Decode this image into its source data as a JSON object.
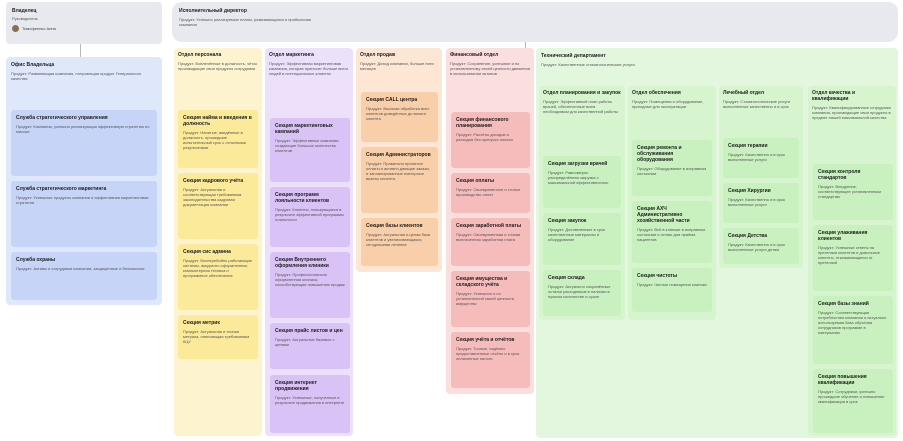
{
  "owner": {
    "title": "Владелец",
    "role": "Руководитель",
    "person": "Тимофеенко Анна"
  },
  "owner_office": {
    "title": "Офис Владельца",
    "desc": "Продукт: Развивающая компания, получающая продукт Генерального качества",
    "sections": [
      {
        "title": "Служба стратегического управления",
        "desc": "Продукт: Компания, успешно реализующая эффективную стратегию по миссии"
      },
      {
        "title": "Служба стратегического маркетинга",
        "desc": "Продукт: Успешные продукты компании и эффективная маркетинговая стратегия"
      },
      {
        "title": "Служба охраны",
        "desc": "Продукт: Активы и сотрудники компании, защищённые и безопасные"
      }
    ]
  },
  "director": {
    "title": "Исполнительный директор",
    "desc": "Продукт: Успешно реализуемые планы, развивающаяся и прибыльная компания"
  },
  "departments": [
    {
      "title": "Отдел персонала",
      "desc": "Продукт: Вовлечённые в должность, чётко производящие свои продукты сотрудники",
      "sections": [
        {
          "title": "Секция найма и введения в должность",
          "desc": "Продукт: Нанятые, введённые в должность, прошедшие испытательный срок с отличными результатами"
        },
        {
          "title": "Секция кадрового учёта",
          "desc": "Продукт: Актуальная и соответствующая требованиям законодательства кадровая документация компании"
        },
        {
          "title": "Секция сис админа",
          "desc": "Продукт: Бесперебойно работающие системы, аккуратно оформленные, компьютерная техника и программное обеспечение"
        },
        {
          "title": "Секция метрик",
          "desc": "Продукт: Актуальная и точная метрика, отвечающая требованиям КЦУ"
        }
      ]
    },
    {
      "title": "Отдел маркетинга",
      "desc": "Продукт: Эффективная маркетинговая кампания, которая приносит больше всего людей в потенциальные клиенты",
      "sections": [
        {
          "title": "Секция маркетинговых кампаний",
          "desc": "Продукт: Эффективные кампании, создающие большое количество клиентов"
        },
        {
          "title": "Секция программ лояльности клиентов",
          "desc": "Продукт: Клиенты, пользующиеся в результате эффективной программы лояльности"
        },
        {
          "title": "Секция Внутреннего оформления клиники",
          "desc": "Продукт: Профессионально оформленная клиника, способствующая повышению продаж"
        },
        {
          "title": "Секция прайс листов и цен",
          "desc": "Продукт: Актуальные базовые с ценами"
        },
        {
          "title": "Секция интернет продвижения",
          "desc": "Продукт: Успешные, полученные в результате продвижения в интернете"
        }
      ]
    },
    {
      "title": "Отдел продаж",
      "desc": "Продукт: Доход компании, больше пяти месяцев",
      "sections": [
        {
          "title": "Секция CALL центра",
          "desc": "Продукт: Высокая обработка всех клиентов доведённых до визита клиента"
        },
        {
          "title": "Секция Администраторов",
          "desc": "Продукт: Правильно принятые оплаты и активно дающие заказы, и запланированные повторные визиты клиента"
        },
        {
          "title": "Секция базы клиентов",
          "desc": "Продукт: Актуальная и целая база клиентов и увеличивающаяся сегодняшняя лечение"
        }
      ]
    },
    {
      "title": "Финансовый отдел",
      "desc": "Продукт: Сохранение, успешное и по установленному своей ценности движения в использовании активов",
      "sections": [
        {
          "title": "Секция финансового планирования",
          "desc": "Продукт: Расчёты доходов и расходов без пропуска оплаты"
        },
        {
          "title": "Секция оплаты",
          "desc": "Продукт: Своевременное и точное производство оплат"
        },
        {
          "title": "Секция заработной платы",
          "desc": "Продукт: Своевременная и точная выплаченная заработная плата"
        },
        {
          "title": "Секция имущества и складского учёта",
          "desc": "Продукт: Успешное и по установленной своей ценности имущество"
        },
        {
          "title": "Секция учёта и отчётов",
          "desc": "Продукт: Точные, надёжно предоставленные отчёты и в срок оплаченные налоги"
        }
      ]
    }
  ],
  "tech": {
    "title": "Технический департамент",
    "desc": "Продукт: Качественные стоматологические услуги",
    "columns": [
      {
        "title": "Отдел планирования и закупок",
        "desc": "Продукт: Эффективный план работы врачей, обеспеченные всем необходимым для качественной работы",
        "sections": [
          {
            "title": "Секция загрузки врачей",
            "desc": "Продукт: Равномерно распределённая загрузка с максимальной эффективностью"
          },
          {
            "title": "Секция закупок",
            "desc": "Продукт: Доставленные в срок качественные материалы и оборудование"
          },
          {
            "title": "Секция склада",
            "desc": "Продукт: Актуально сохранённые остатки расходников в наличии в нужном количестве и сроке"
          }
        ]
      },
      {
        "title": "Отдел обеспечения",
        "desc": "Продукт: Помещения и оборудование, пригодные для эксплуатации",
        "sections": [
          {
            "title": "Секция ремонта и обслуживания оборудования",
            "desc": "Продукт: Оборудование в исправном состоянии"
          },
          {
            "title": "Секция АХЧ Административно хозяйственной части",
            "desc": "Продукт: Всё в клинике в исправном состоянии и готово для приёма пациентов"
          },
          {
            "title": "Секция чистоты",
            "desc": "Продукт: Чистые помещения клиники"
          }
        ]
      },
      {
        "title": "Лечебный отдел",
        "desc": "Продукт: Стоматологические услуги выполненные качественно и в срок",
        "sections": [
          {
            "title": "Секция терапии",
            "desc": "Продукт: Качественно и в срок выполненные услуги"
          },
          {
            "title": "Секция Хирургии",
            "desc": "Продукт: Качественно и в срок выполненные услуги"
          },
          {
            "title": "Секция Детства",
            "desc": "Продукт: Качественно и в срок выполненные услуги детям"
          }
        ]
      },
      {
        "title": "Отдел качества и квалификации",
        "desc": "Продукт: Квалифицированные сотрудники компании, производящие свои продукты в предмет нашей максимальной качества",
        "sections": [
          {
            "title": "Секция контроля стандартов",
            "desc": "Продукт: Внедрение, соответствующее установленным стандартам"
          },
          {
            "title": "Секция улаживания клиентов",
            "desc": "Продукт: Успешные ответы на претензии клиентов и довольные клиенты, отказывающиеся от претензий"
          },
          {
            "title": "Секция базы знаний",
            "desc": "Продукт: Соответствующая потребностям компании и актуально используемая база обучения сотрудников программе в материалах"
          },
          {
            "title": "Секция повышения квалификации",
            "desc": "Продукт: Сотрудники, успешно прошедшие обучение и повышение квалификации в срок"
          }
        ]
      }
    ]
  }
}
